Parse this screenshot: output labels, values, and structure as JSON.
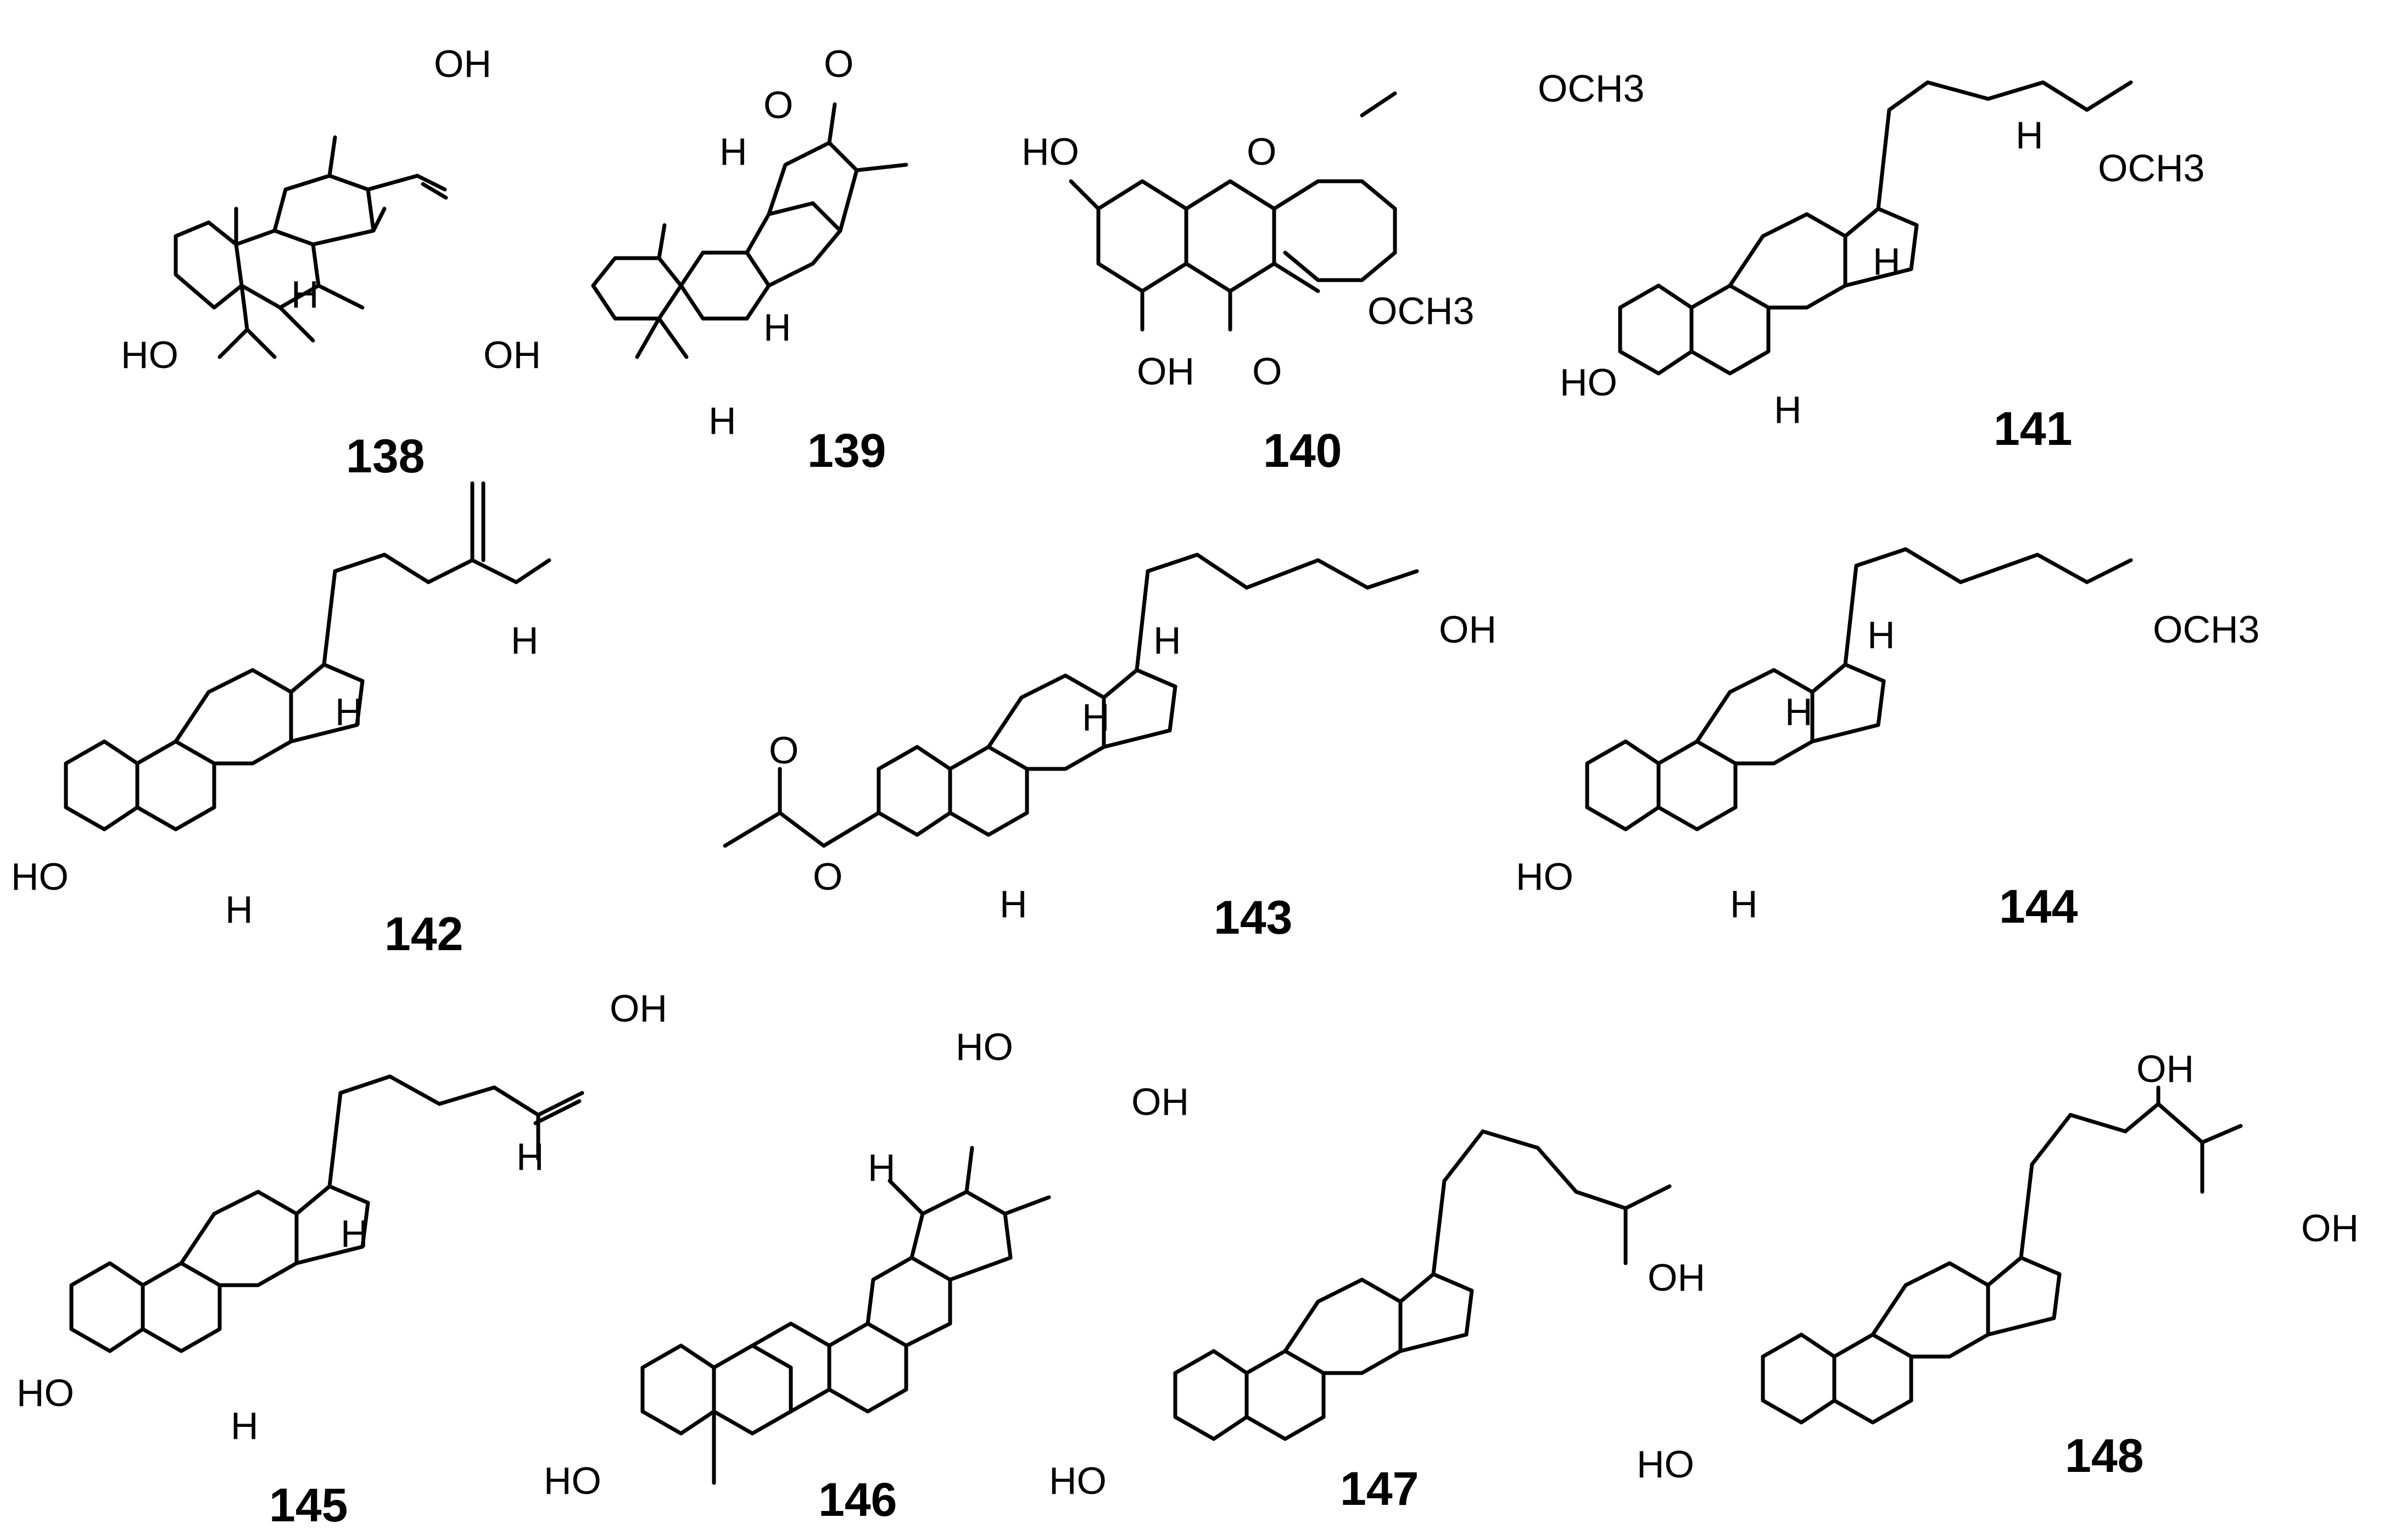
{
  "compounds": [
    {
      "id": "138",
      "atoms": [
        "OH",
        "HO",
        "H",
        "OH"
      ]
    },
    {
      "id": "139",
      "atoms": [
        "O",
        "O",
        "H",
        "H",
        "H"
      ]
    },
    {
      "id": "140",
      "atoms": [
        "OCH3",
        "HO",
        "O",
        "OCH3",
        "OH",
        "O"
      ]
    },
    {
      "id": "141",
      "atoms": [
        "H",
        "OCH3",
        "H",
        "HO",
        "H"
      ]
    },
    {
      "id": "142",
      "atoms": [
        "H",
        "H",
        "HO",
        "H"
      ]
    },
    {
      "id": "143",
      "atoms": [
        "OH",
        "H",
        "O",
        "H",
        "O",
        "H"
      ]
    },
    {
      "id": "144",
      "atoms": [
        "OCH3",
        "H",
        "H",
        "HO",
        "H"
      ]
    },
    {
      "id": "145",
      "atoms": [
        "OH",
        "H",
        "H",
        "HO",
        "H"
      ]
    },
    {
      "id": "146",
      "atoms": [
        "HO",
        "OH",
        "H",
        "HO"
      ]
    },
    {
      "id": "147",
      "atoms": [
        "OH",
        "HO"
      ]
    },
    {
      "id": "148",
      "atoms": [
        "OH",
        "OH",
        "HO"
      ]
    }
  ]
}
